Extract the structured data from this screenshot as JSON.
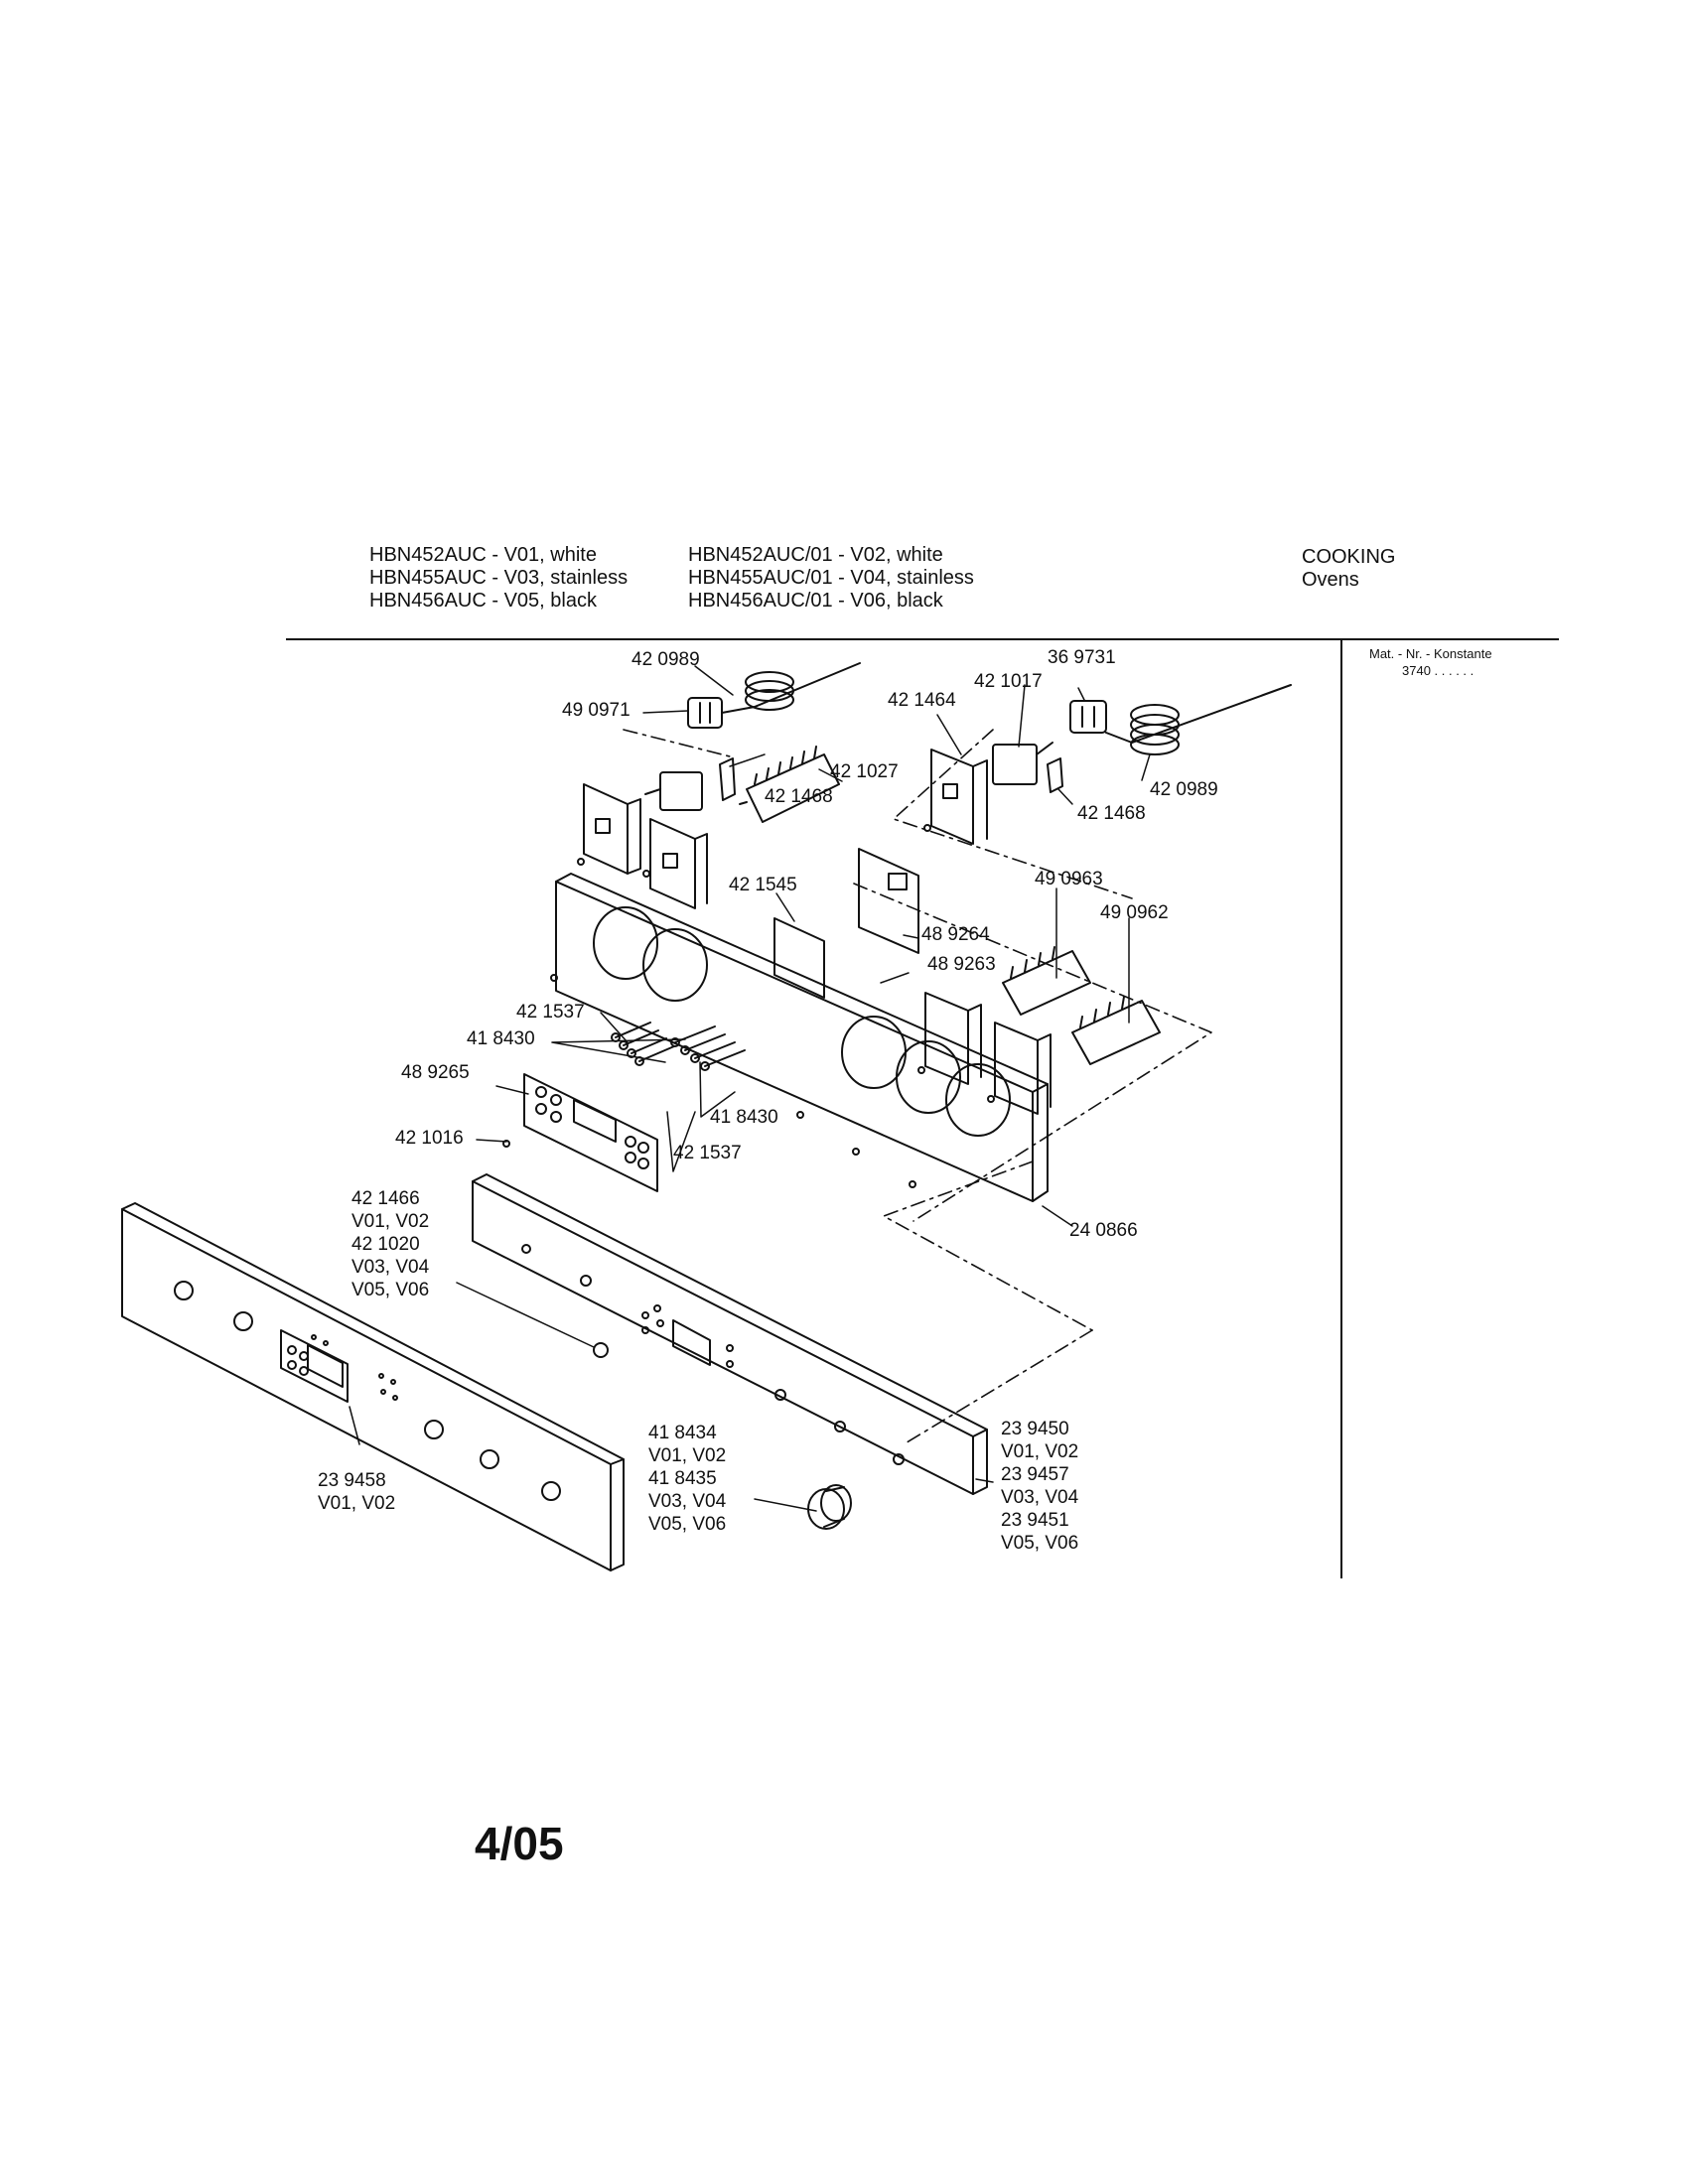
{
  "header": {
    "models_left": [
      "HBN452AUC - V01, white",
      "HBN455AUC - V03, stainless",
      "HBN456AUC - V05, black"
    ],
    "models_right": [
      "HBN452AUC/01 - V02, white",
      "HBN455AUC/01 - V04, stainless",
      "HBN456AUC/01 - V06, black"
    ],
    "category": "COOKING",
    "subcategory": "Ovens"
  },
  "side_note": {
    "label": "Mat. - Nr. - Konstante",
    "value": "3740 . . . . . ."
  },
  "callouts": {
    "c420989_top": "42 0989",
    "c490971": "49 0971",
    "c421468_left": "42 1468",
    "c421027": "42 1027",
    "c369731": "36 9731",
    "c421017": "42 1017",
    "c421464": "42 1464",
    "c420989_right": "42 0989",
    "c421468_right": "42 1468",
    "c421545": "42 1545",
    "c490963": "49 0963",
    "c490962": "49 0962",
    "c489264": "48 9264",
    "c489263": "48 9263",
    "c421537_top": "42 1537",
    "c418430_left": "41 8430",
    "c489265": "48 9265",
    "c418430_mid": "41 8430",
    "c421537_bot": "42 1537",
    "c421016": "42 1016",
    "c240866": "24 0866",
    "button_group": [
      "42 1466",
      "V01, V02",
      "42 1020",
      "V03, V04",
      "V05, V06"
    ],
    "knob_group": [
      "41 8434",
      "V01, V02",
      "41 8435",
      "V03, V04",
      "V05, V06"
    ],
    "panel_group": [
      "23 9450",
      "V01, V02",
      "23 9457",
      "V03, V04",
      "23 9451",
      "V05, V06"
    ],
    "front_group": [
      "23 9458",
      "V01, V02"
    ]
  },
  "page_number": "4/05"
}
